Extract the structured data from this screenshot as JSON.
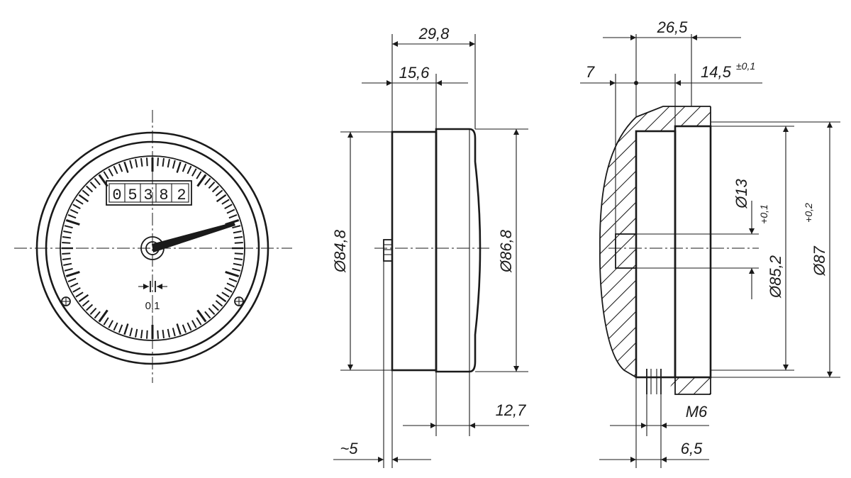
{
  "front_view": {
    "counter_digits": [
      "0",
      "5",
      "3",
      "8",
      "2"
    ],
    "resolution_label": "0,1"
  },
  "side_view": {
    "dim_overall_depth": "29,8",
    "dim_front_part": "15,6",
    "dim_dia_rear": "Ø84,8",
    "dim_dia_front": "Ø86,8",
    "dim_bezel": "12,7",
    "dim_shaft": "~5"
  },
  "section_view": {
    "dim_total": "26,5",
    "dim_offset": "7",
    "dim_recess": "14,5",
    "dim_recess_tol": "±0,1",
    "dim_bore": "Ø13",
    "dim_spigot": "Ø85,2",
    "dim_spigot_tol": "+0,1",
    "dim_housing": "Ø87",
    "dim_housing_tol": "+0,2",
    "dim_thread": "M6",
    "dim_thread_depth": "6,5"
  }
}
